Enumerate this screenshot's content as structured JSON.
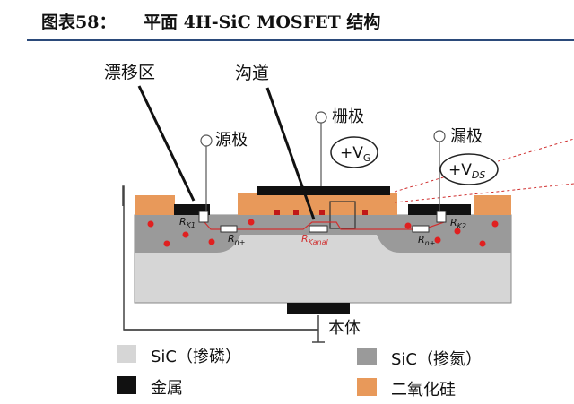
{
  "figure": {
    "number_label": "图表58：",
    "title": "平面 4H-SiC MOSFET 结构"
  },
  "labels": {
    "drift_region": "漂移区",
    "channel": "沟道",
    "source": "源极",
    "gate": "栅极",
    "drain": "漏极",
    "body": "本体",
    "vg": "+V",
    "vg_sub": "G",
    "vds": "+V",
    "vds_sub": "DS",
    "rk1": "R",
    "rk1_sub": "K1",
    "rn1": "R",
    "rn1_sub": "n+",
    "rkanal": "R",
    "rkanal_sub": "Kanal",
    "rn2": "R",
    "rn2_sub": "n+",
    "rk2": "R",
    "rk2_sub": "K2"
  },
  "legend": [
    {
      "label": "SiC（掺磷）",
      "color": "#d6d6d6"
    },
    {
      "label": "SiC（掺氮）",
      "color": "#9a9a9a"
    },
    {
      "label": "金属",
      "color": "#111111"
    },
    {
      "label": "二氧化硅",
      "color": "#e8995a"
    }
  ],
  "colors": {
    "sic_p": "#d6d6d6",
    "sic_n": "#9a9a9a",
    "metal": "#111111",
    "oxide": "#e8995a",
    "carrier": "#e02020",
    "header_rule": "#2b4a7a"
  }
}
